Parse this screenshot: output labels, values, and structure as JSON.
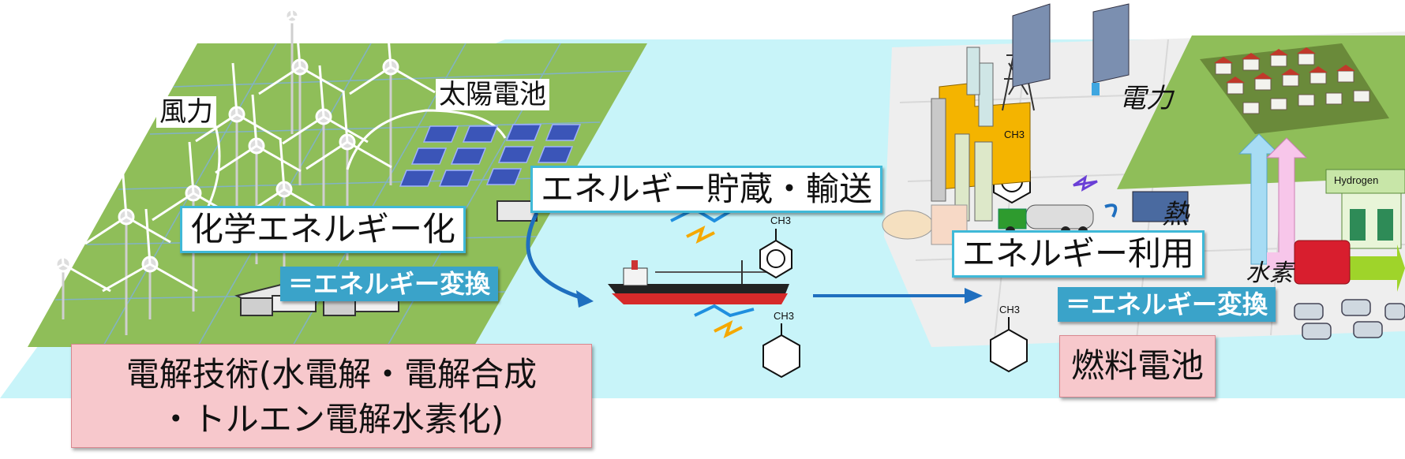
{
  "labels": {
    "wind": "風力",
    "solar": "太陽電池",
    "chemical": "化学エネルギー化",
    "conversion_left": "＝エネルギー変換",
    "storage": "エネルギー貯蔵・輸送",
    "electricity": "電力",
    "heat": "熱",
    "hydrogen_partial": "水素",
    "utilization": "エネルギー利用",
    "conversion_right": "＝エネルギー変換",
    "fuel_cell": "燃料電池",
    "hydrogen_sign": "Hydrogen"
  },
  "electrolysis": {
    "line1": "電解技術(水電解・電解合成",
    "line2": "・トルエン電解水素化)"
  },
  "molecules": {
    "ch3": "CH3"
  },
  "colors": {
    "grass": "#8fbe59",
    "water": "#c8f4f9",
    "frame": "#3fb9d8",
    "conversion_bg": "#3aa3c9",
    "pink_box": "#f7c8cc",
    "arrow": "#1f6fbf"
  }
}
